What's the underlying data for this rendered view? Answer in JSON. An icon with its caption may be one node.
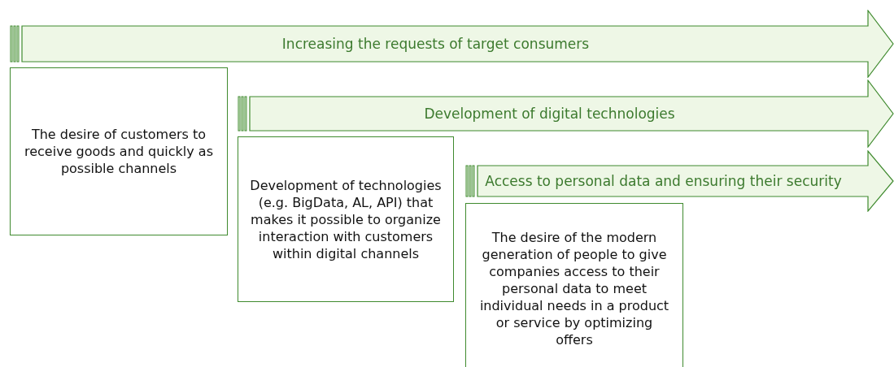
{
  "diagram": {
    "nodes": [
      {
        "text": [
          "Increasing the requests of target consumers"
        ]
      },
      {
        "text": [
          "The desire of customers to receive goods and quickly as possible channels"
        ]
      },
      {
        "text": [
          "Development of digital technologies"
        ]
      },
      {
        "text": [
          "Development of technologies (e.g. BigData, AL, API) that makes it possible to organize interaction with customers within digital channels"
        ]
      },
      {
        "text": [
          "Access to personal data and ensuring their security"
        ]
      },
      {
        "text": [
          "The desire of the modern generation of people to give companies access to their personal data to meet individual needs in a product or service by optimizing offers"
        ]
      }
    ]
  }
}
